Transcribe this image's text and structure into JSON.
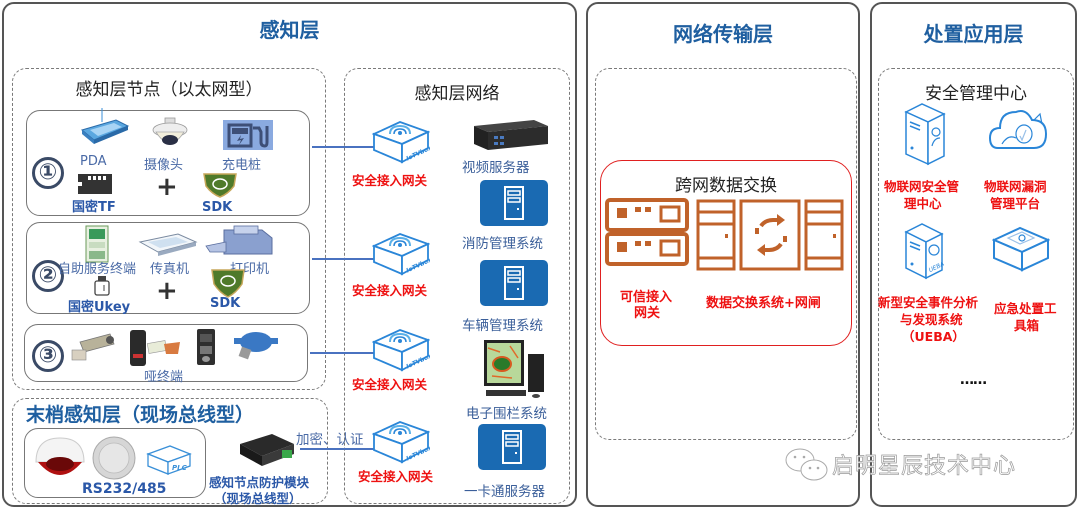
{
  "layers": {
    "perception": {
      "title": "感知层",
      "ethernet_nodes": {
        "title": "感知层节点（以太网型）",
        "group1": {
          "number": "①",
          "devices": [
            "PDA",
            "摄像头",
            "充电桩"
          ],
          "crypto": "国密TF",
          "sdk": "SDK"
        },
        "group2": {
          "number": "②",
          "devices": [
            "自助服务终端",
            "传真机",
            "打印机"
          ],
          "crypto": "国密Ukey",
          "sdk": "SDK"
        },
        "group3": {
          "number": "③",
          "label": "哑终端"
        }
      },
      "fieldbus": {
        "title": "末梢感知层（现场总线型）",
        "bus_label": "RS232/485",
        "plc_label": "PLC",
        "module_label_1": "感知节点防护模块",
        "module_label_2": "（现场总线型）",
        "link_label": "加密、认证"
      },
      "network": {
        "title": "感知层网络",
        "gateway_label": "安全接入网关",
        "gateway_brand": "IoTVbox",
        "systems": [
          "视频服务器",
          "消防管理系统",
          "车辆管理系统",
          "电子围栏系统",
          "一卡通服务器"
        ]
      }
    },
    "transport": {
      "title": "网络传输层",
      "exchange": {
        "title": "跨网数据交换",
        "trusted_gateway": "可信接入网关",
        "trusted_gateway_l1": "可信接入",
        "trusted_gateway_l2": "网关",
        "exchange_system": "数据交换系统+网闸"
      }
    },
    "application": {
      "title": "处置应用层",
      "center": {
        "title": "安全管理中心",
        "items": [
          {
            "l1": "物联网安全管",
            "l2": "理中心"
          },
          {
            "l1": "物联网漏洞",
            "l2": "管理平台"
          },
          {
            "l1": "新型安全事件分析",
            "l2": "与发现系统",
            "l3": "（UEBA）"
          },
          {
            "l1": "应急处置工",
            "l2": "具箱"
          }
        ],
        "more": "……",
        "ueba_tag": "UEBA"
      }
    }
  },
  "watermark": "启明星辰技术中心",
  "colors": {
    "title_blue": "#1f5fa0",
    "label_red": "#ee1111",
    "tile_blue": "#1a6ab2",
    "orange": "#c0622a",
    "line_blue": "#4a72c0"
  }
}
